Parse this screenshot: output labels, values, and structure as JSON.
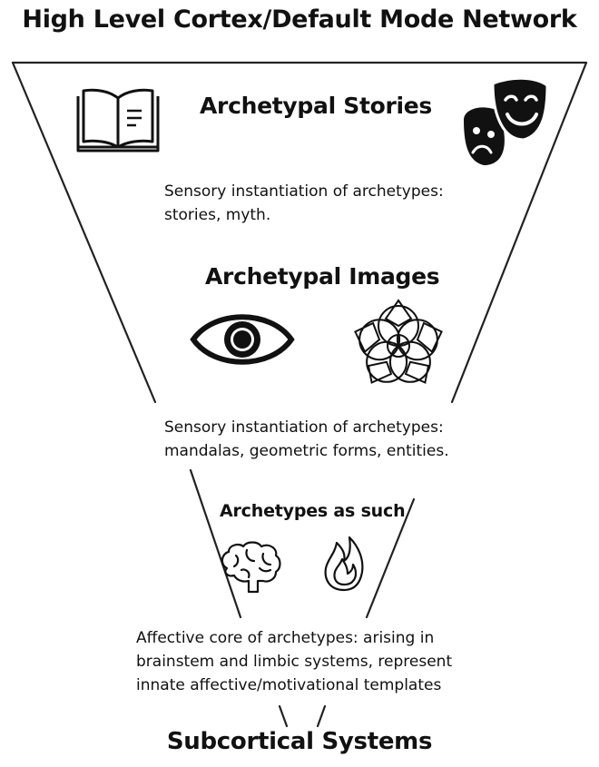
{
  "title_top": "High Level Cortex/Default Mode Network",
  "title_bottom": "Subcortical Systems",
  "levels": [
    {
      "heading": "Archetypal Stories",
      "description_lines": [
        "Sensory instantiation of archetypes:",
        "stories, myth."
      ],
      "icons": [
        "open-book-icon",
        "theater-masks-icon"
      ]
    },
    {
      "heading": "Archetypal Images",
      "description_lines": [
        "Sensory instantiation of archetypes:",
        "mandalas, geometric forms, entities."
      ],
      "icons": [
        "eye-icon",
        "mandala-icon"
      ]
    },
    {
      "heading": "Archetypes as such",
      "description_lines": [
        "Affective core of archetypes: arising in",
        "brainstem and limbic systems, represent",
        "innate affective/motivational templates"
      ],
      "icons": [
        "brain-icon",
        "flame-icon"
      ]
    }
  ],
  "colors": {
    "line": "#222222",
    "text": "#111111",
    "icon": "#111111"
  }
}
